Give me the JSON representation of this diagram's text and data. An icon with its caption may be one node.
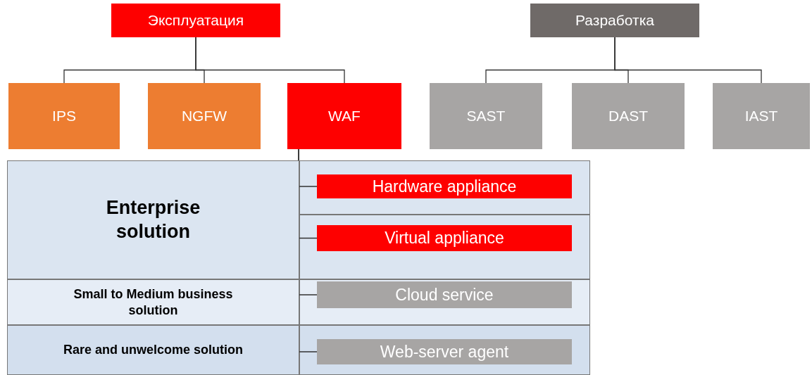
{
  "diagram": {
    "nodes": [
      {
        "text": [
          "Эксплуатация"
        ]
      },
      {
        "text": [
          "Разработка"
        ]
      },
      {
        "text": [
          "IPS"
        ]
      },
      {
        "text": [
          "NGFW"
        ]
      },
      {
        "text": [
          "WAF"
        ]
      },
      {
        "text": [
          "SAST"
        ]
      },
      {
        "text": [
          "DAST"
        ]
      },
      {
        "text": [
          "IAST"
        ]
      },
      {
        "text": [
          "Enterprise solution"
        ]
      },
      {
        "text": [
          "Hardware appliance"
        ]
      },
      {
        "text": [
          "Virtual appliance"
        ]
      },
      {
        "text": [
          "Small to Medium business solution"
        ]
      },
      {
        "text": [
          "Cloud service"
        ]
      },
      {
        "text": [
          "Rare and unwelcome solution"
        ]
      },
      {
        "text": [
          "Web-server agent"
        ]
      }
    ],
    "edges": [
      {
        "from": 0,
        "to": 2,
        "arrow": "none"
      },
      {
        "from": 0,
        "to": 3,
        "arrow": "none"
      },
      {
        "from": 0,
        "to": 4,
        "arrow": "none"
      },
      {
        "from": 1,
        "to": 5,
        "arrow": "none"
      },
      {
        "from": 1,
        "to": 6,
        "arrow": "none"
      },
      {
        "from": 1,
        "to": 7,
        "arrow": "none"
      },
      {
        "from": 4,
        "to": 9,
        "arrow": "none"
      },
      {
        "from": 4,
        "to": 10,
        "arrow": "none"
      },
      {
        "from": 4,
        "to": 12,
        "arrow": "none"
      },
      {
        "from": 4,
        "to": 14,
        "arrow": "none"
      }
    ]
  }
}
